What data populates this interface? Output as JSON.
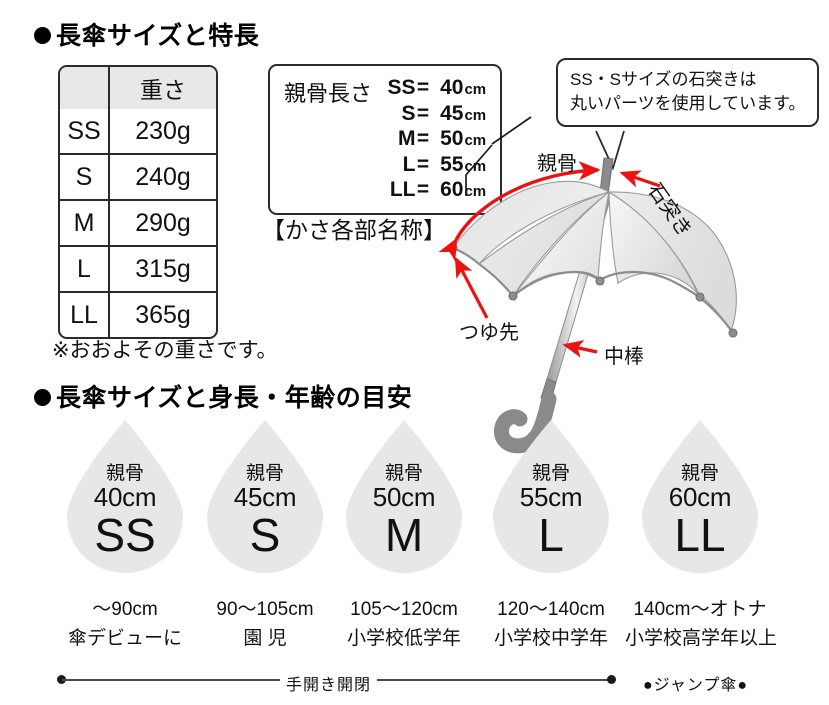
{
  "sections": {
    "heading1": "長傘サイズと特長",
    "heading2": "長傘サイズと身長・年齢の目安"
  },
  "weight_table": {
    "corner_label": "",
    "column_header": "重さ",
    "rows": [
      {
        "size": "SS",
        "weight": "230g"
      },
      {
        "size": "S",
        "weight": "240g"
      },
      {
        "size": "M",
        "weight": "290g"
      },
      {
        "size": "L",
        "weight": "315g"
      },
      {
        "size": "LL",
        "weight": "365g"
      }
    ],
    "note": "※おおよその重さです。"
  },
  "rib_box": {
    "title": "親骨長さ",
    "rows": [
      {
        "size": "SS",
        "eq": "=",
        "value": "40",
        "unit": "cm"
      },
      {
        "size": "S",
        "eq": "=",
        "value": "45",
        "unit": "cm"
      },
      {
        "size": "M",
        "eq": "=",
        "value": "50",
        "unit": "cm"
      },
      {
        "size": "L",
        "eq": "=",
        "value": "55",
        "unit": "cm"
      },
      {
        "size": "LL",
        "eq": "=",
        "value": "60",
        "unit": "cm"
      }
    ]
  },
  "callout": {
    "line1": "SS・Sサイズの石突きは",
    "line2": "丸いパーツを使用しています。"
  },
  "umbrella_diagram": {
    "caption": "【かさ各部名称】",
    "labels": {
      "rib": "親骨",
      "ferrule": "石突き",
      "tip_cup": "つゆ先",
      "shaft": "中棒"
    }
  },
  "size_guide": {
    "rib_label": "親骨",
    "items": [
      {
        "rib": "40cm",
        "size": "SS",
        "height": "〜90cm",
        "desc": "傘デビューに"
      },
      {
        "rib": "45cm",
        "size": "S",
        "height": "90〜105cm",
        "desc": "園 児"
      },
      {
        "rib": "50cm",
        "size": "M",
        "height": "105〜120cm",
        "desc": "小学校低学年"
      },
      {
        "rib": "55cm",
        "size": "L",
        "height": "120〜140cm",
        "desc": "小学校中学年"
      },
      {
        "rib": "60cm",
        "size": "LL",
        "height": "140cm〜オトナ",
        "desc": "小学校高学年以上"
      }
    ]
  },
  "open_type_bar": {
    "manual_label": "手開き開閉",
    "jump_label": "●ジャンプ傘●"
  },
  "colors": {
    "ink": "#111111",
    "border": "#2b2b2b",
    "header_fill": "#e8e8e8",
    "drop_fill": "#e7e7e7",
    "accent_red": "#ee1111",
    "metal_gray": "#808080"
  }
}
